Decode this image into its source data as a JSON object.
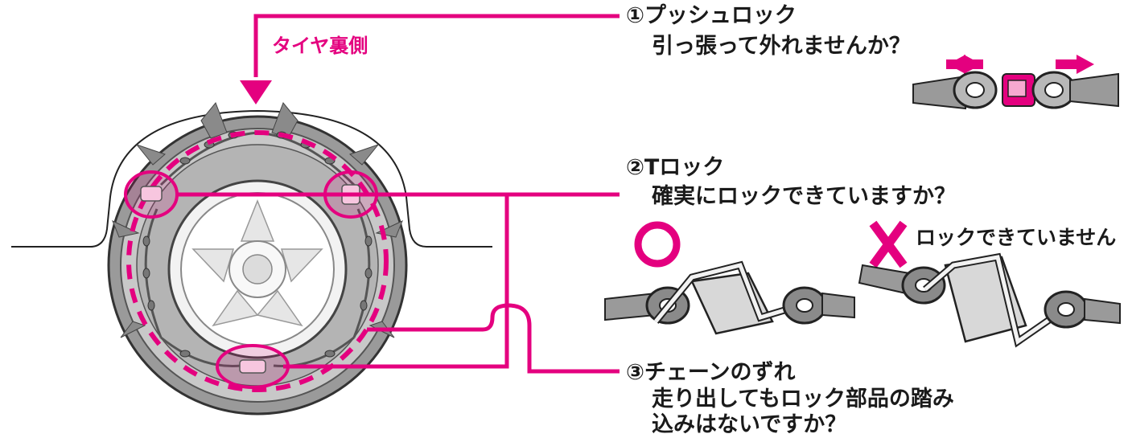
{
  "tire_back_label": "タイヤ裏側",
  "checks": [
    {
      "title": "①プッシュロック",
      "question": "引っ張って外れませんか？"
    },
    {
      "title": "②Tロック",
      "question": "確実にロックできていますか？",
      "ok_mark": "○",
      "ng_mark": "×",
      "ng_caption": "ロックできていません"
    },
    {
      "title": "③チェーンのずれ",
      "question_line1": "走り出してもロック部品の踏み",
      "question_line2": "込みはないですか？"
    }
  ],
  "colors": {
    "accent": "#e4007f",
    "tire_light": "#c8c8c8",
    "tire_dark": "#7a7a7a",
    "ink": "#1a1a1a"
  }
}
